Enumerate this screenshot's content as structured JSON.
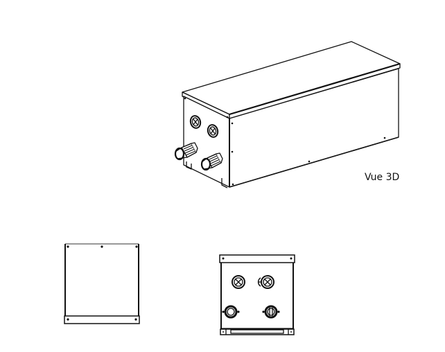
{
  "drawing": {
    "labels": {
      "view_3d": "Vue 3D"
    },
    "views": [
      {
        "id": "view-3d",
        "description": "isometric view of rectangular enclosure with two gauge ports and two threaded pipe fittings on the end face"
      },
      {
        "id": "view-side",
        "description": "flat side panel view with mounting screws"
      },
      {
        "id": "view-front",
        "description": "end face view with two gauge ports and two pipe connections"
      }
    ],
    "colors": {
      "line": "#111111",
      "background": "#ffffff"
    }
  }
}
